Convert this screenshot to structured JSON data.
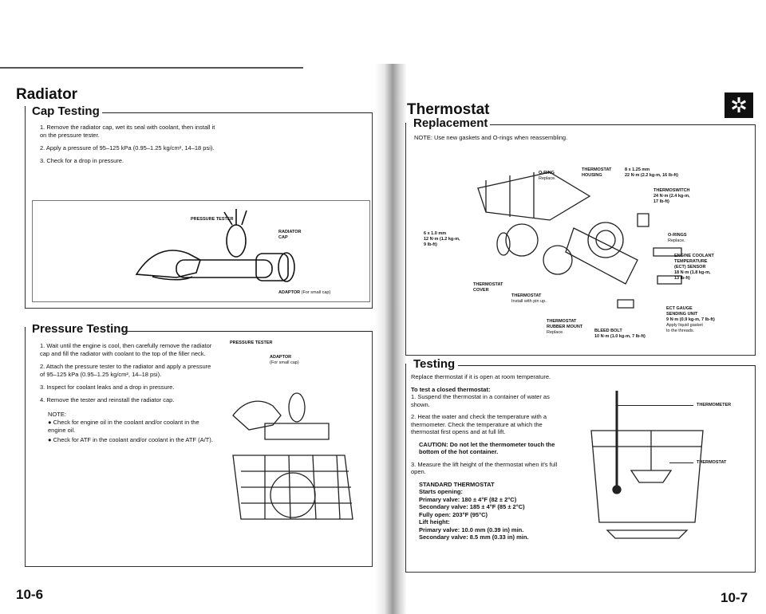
{
  "left": {
    "title": "Radiator",
    "cap": {
      "heading": "Cap Testing",
      "steps": [
        "1. Remove the radiator cap, wet its seal with coolant, then install it on the pressure tester.",
        "2. Apply a pressure of 95–125 kPa (0.95–1.25 kg/cm², 14–18 psi).",
        "3. Check for a drop in pressure."
      ],
      "fig": {
        "tester": "PRESSURE TESTER",
        "cap": "RADIATOR CAP",
        "adaptor": "ADAPTOR",
        "adaptor_note": "(For small cap)"
      }
    },
    "pressure": {
      "heading": "Pressure Testing",
      "steps": [
        "1. Wait until the engine is cool, then carefully remove the radiator cap and fill the radiator with coolant to the top of the filler neck.",
        "2. Attach the pressure tester to the radiator and apply a pressure of 95–125 kPa (0.95–1.25 kg/cm², 14–18 psi).",
        "3. Inspect for coolant leaks and a drop in pressure.",
        "4. Remove the tester and reinstall the radiator cap."
      ],
      "note_title": "NOTE:",
      "notes": [
        "● Check for engine oil in the coolant and/or coolant in the engine oil.",
        "● Check for ATF in the coolant and/or coolant in the ATF (A/T)."
      ],
      "fig": {
        "tester": "PRESSURE TESTER",
        "adaptor": "ADAPTOR",
        "adaptor_note": "(For small cap)"
      }
    },
    "page": "10-6"
  },
  "right": {
    "title": "Thermostat",
    "replacement": {
      "heading": "Replacement",
      "note": "NOTE: Use new gaskets and O-rings when reassembling.",
      "fig": {
        "oring": "O-RING",
        "oring_sub": "Replace.",
        "housing1": "THERMOSTAT",
        "housing2": "HOUSING",
        "bolt_spec1": "8 x 1.25 mm",
        "bolt_spec2": "22 N·m (2.2 kg-m, 16 lb-ft)",
        "switch1": "THERMOSWITCH",
        "switch2": "24 N·m (2.4 kg-m,",
        "switch3": "17 lb-ft)",
        "small1": "6 x 1.0 mm",
        "small2": "12 N·m (1.2 kg-m,",
        "small3": "9 lb-ft)",
        "orings": "O-RINGS",
        "orings_sub": "Replace.",
        "ect1": "ENGINE COOLANT",
        "ect2": "TEMPERATURE",
        "ect3": "(ECT) SENSOR",
        "ect4": "18 N·m (1.8 kg-m,",
        "ect5": "13 lb-ft)",
        "cover1": "THERMOSTAT",
        "cover2": "COVER",
        "thermo1": "THERMOSTAT",
        "thermo2": "Install with pin up.",
        "rubber1": "THERMOSTAT",
        "rubber2": "RUBBER MOUNT",
        "rubber3": "Replace.",
        "bleed1": "BLEED BOLT",
        "bleed2": "10 N·m (1.0 kg-m, 7 lb-ft)",
        "gauge1": "ECT GAUGE",
        "gauge2": "SENDING UNIT",
        "gauge3": "9 N·m (0.9 kg-m, 7 lb-ft)",
        "gauge4": "Apply liquid gasket",
        "gauge5": "to the threads."
      }
    },
    "testing": {
      "heading": "Testing",
      "intro": "Replace thermostat if it is open at room temperature.",
      "closed_title": "To test a closed thermostat:",
      "steps": [
        "1. Suspend the thermostat in a container of water as shown.",
        "2. Heat the water and check the temperature with a thermometer. Check the temperature at which the thermostat first opens and at full lift."
      ],
      "caution": "CAUTION: Do not let the thermometer touch the bottom of the hot container.",
      "step3": "3. Measure the lift height of the thermostat when it's full open.",
      "spec_title": "STANDARD THERMOSTAT",
      "specs": [
        "Starts opening:",
        "Primary valve:      180 ± 4°F (82 ± 2°C)",
        "Secondary valve: 185 ± 4°F (85 ± 2°C)",
        "Fully open: 203°F (95°C)",
        "Lift height:",
        "Primary valve:      10.0 mm (0.39 in) min.",
        "Secondary valve: 8.5 mm (0.33 in) min."
      ],
      "fig": {
        "thermometer": "THERMOMETER",
        "thermostat": "THERMOSTAT"
      }
    },
    "logo": "✲",
    "page": "10-7"
  }
}
